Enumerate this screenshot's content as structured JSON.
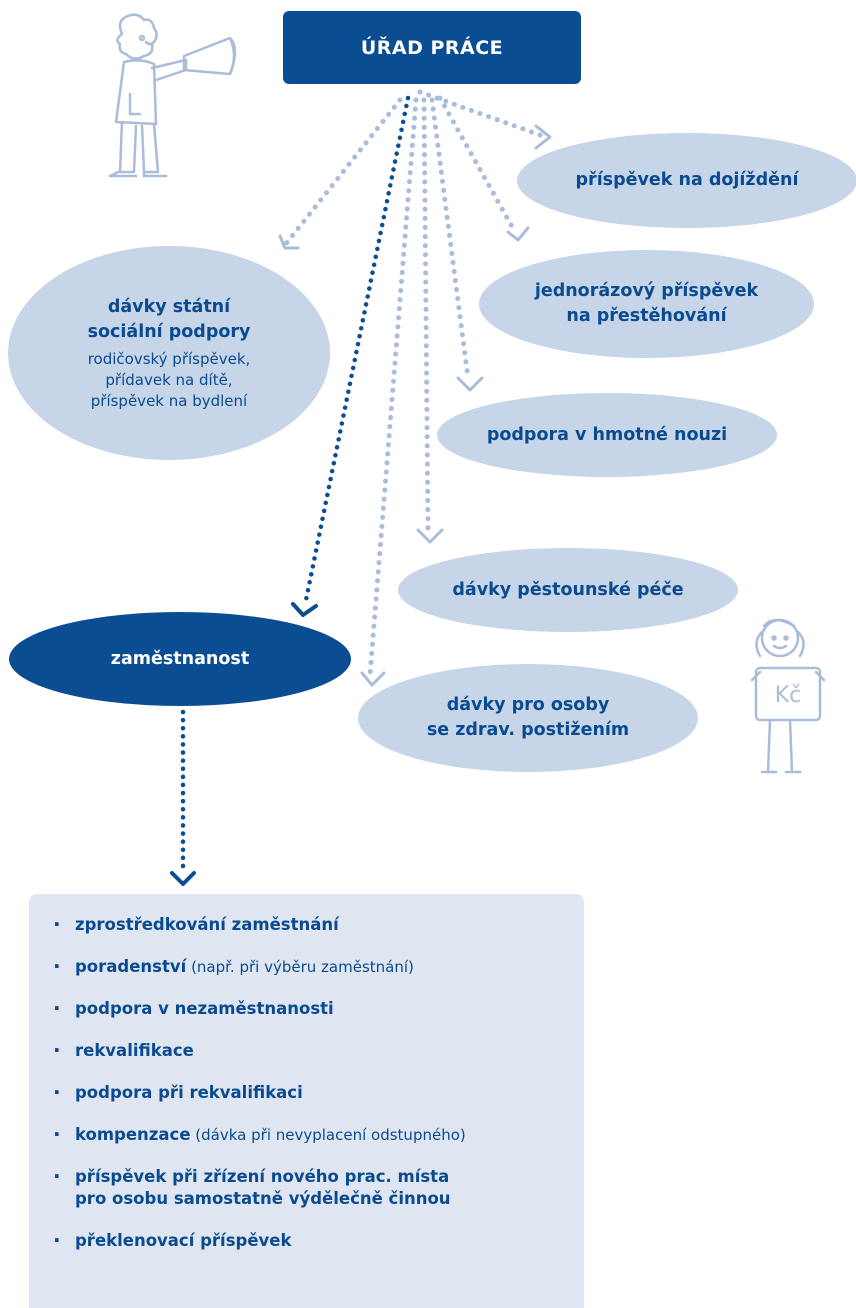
{
  "title": "ÚŘAD PRÁCE",
  "nodes": {
    "dojizdeni": {
      "label": "příspěvek na dojíždění"
    },
    "socialni": {
      "label_line1": "dávky státní",
      "label_line2": "sociální podpory",
      "sub_line1": "rodičovský příspěvek,",
      "sub_line2": "přídavek na dítě,",
      "sub_line3": "příspěvek na bydlení"
    },
    "prestehovani": {
      "label_line1": "jednorázový příspěvek",
      "label_line2": "na přestěhování"
    },
    "nouze": {
      "label": "podpora v hmotné nouzi"
    },
    "pestoun": {
      "label": "dávky pěstounské péče"
    },
    "zamestnanost": {
      "label": "zaměstnanost"
    },
    "postizeni": {
      "label_line1": "dávky pro osoby",
      "label_line2": "se zdrav. postižením"
    }
  },
  "list_items": [
    {
      "bold": "zprostředkování zaměstnání",
      "normal": ""
    },
    {
      "bold": "poradenství",
      "normal": " (např. při výběru zaměstnání)"
    },
    {
      "bold": "podpora v nezaměstnanosti",
      "normal": ""
    },
    {
      "bold": "rekvalifikace",
      "normal": ""
    },
    {
      "bold": "podpora při rekvalifikaci",
      "normal": ""
    },
    {
      "bold": "kompenzace",
      "normal": " (dávka při nevyplacení odstupného)"
    },
    {
      "bold": "příspěvek při zřízení nového prac. místa",
      "bold_line2": "pro osobu samostatně výdělečně činnou",
      "normal": ""
    },
    {
      "bold": "překlenovací příspěvek",
      "normal": ""
    }
  ],
  "doodles": {
    "megaphone_figure": "person-with-megaphone-icon",
    "money_figure": "person-holding-kc-sign-icon",
    "sign_text": "Kč"
  },
  "colors": {
    "dark_blue": "#0b4d92",
    "light_blue": "#c7d5e8",
    "list_bg": "#dfe6f1",
    "dotted_light": "#a9bdd8"
  }
}
